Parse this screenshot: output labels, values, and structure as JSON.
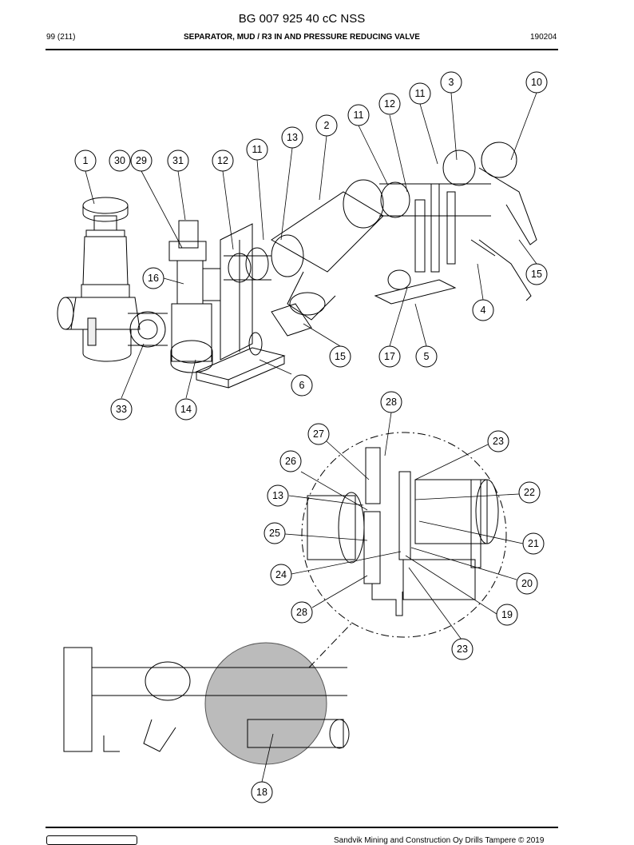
{
  "header": {
    "doc_code": "BG 007 925 40 cC NSS",
    "page_number": "99 (211)",
    "title": "SEPARATOR, MUD / R3 IN AND PRESSURE REDUCING VALVE",
    "date_code": "190204"
  },
  "callouts": {
    "c1": "1",
    "c30": "30",
    "c29": "29",
    "c31": "31",
    "c12a": "12",
    "c11a": "11",
    "c13a": "13",
    "c2": "2",
    "c11b": "11",
    "c12b": "12",
    "c11c": "11",
    "c3": "3",
    "c10": "10",
    "c16": "16",
    "c15a": "15",
    "c4": "4",
    "c15b": "15",
    "c17": "17",
    "c5": "5",
    "c6": "6",
    "c33": "33",
    "c14": "14",
    "c28a": "28",
    "c27": "27",
    "c23a": "23",
    "c26": "26",
    "c22": "22",
    "c13b": "13",
    "c25": "25",
    "c21": "21",
    "c24": "24",
    "c20": "20",
    "c28b": "28",
    "c19": "19",
    "c23b": "23",
    "c18": "18"
  },
  "footer": {
    "text": "Sandvik Mining and Construction Oy Drills Tampere © 2019"
  }
}
